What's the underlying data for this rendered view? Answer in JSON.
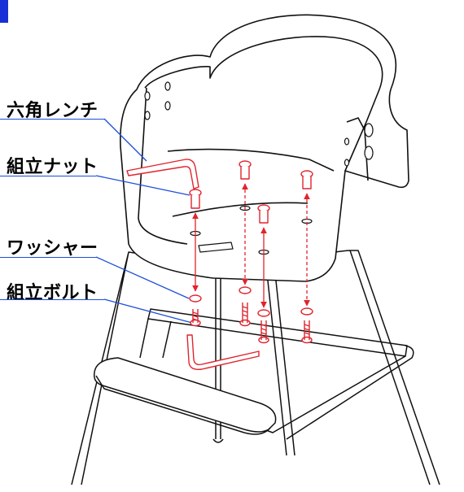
{
  "colors": {
    "marker": "#1a2fd6",
    "leader": "#1d4fd8",
    "hardware": "#e0242d",
    "outline": "#111111"
  },
  "parts": {
    "hex_wrench": "六角レンチ",
    "assembly_nut": "組立ナット",
    "washer": "ワッシャー",
    "assembly_bolt": "組立ボルト"
  }
}
